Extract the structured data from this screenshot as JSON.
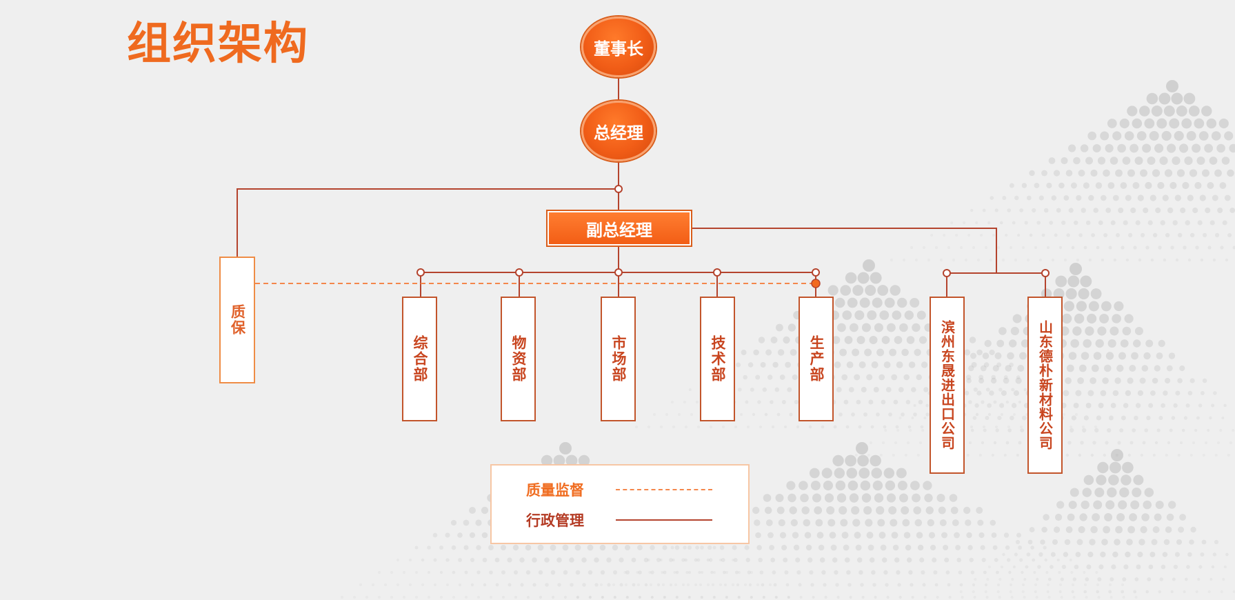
{
  "page": {
    "title": "组织架构"
  },
  "chart": {
    "chairman": "董事长",
    "general_manager": "总经理",
    "deputy_general_manager": "副总经理",
    "quality_assurance": "质保",
    "departments": [
      "综合部",
      "物资部",
      "市场部",
      "技术部",
      "生产部"
    ],
    "subsidiaries": [
      "滨州东晟进出口公司",
      "山东德朴新材料公司"
    ]
  },
  "legend": {
    "quality_supervision": "质量监督",
    "administrative_management": "行政管理"
  },
  "colors": {
    "accent": "#ef6a1f",
    "line": "#b4432d",
    "dashed": "#f4864a",
    "box_text": "#c8451f",
    "background": "#efefef"
  }
}
